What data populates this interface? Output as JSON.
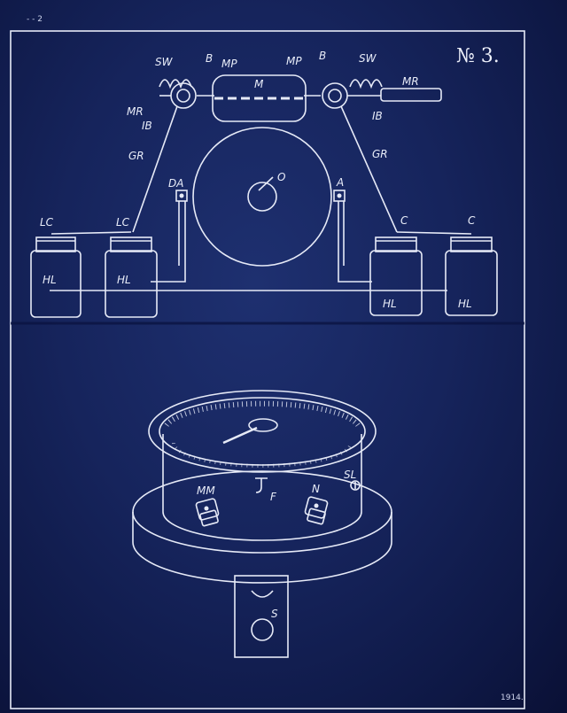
{
  "sheet": {
    "number": "№ 3.",
    "year": "1914.",
    "corner_mark": "- - 2",
    "colors": {
      "paper": "#16245c",
      "ink": "#e6eaf7"
    }
  },
  "top_figure": {
    "labels": {
      "sw_left": "SW",
      "b_left": "B",
      "mp_left": "MP",
      "mr_left": "MR",
      "ib_left": "IB",
      "m": "M",
      "mp_right": "MP",
      "b_right": "B",
      "sw_right": "SW",
      "mr_right": "MR",
      "ib_right": "IB",
      "gr_left": "GR",
      "gr_right": "GR",
      "o": "O",
      "da": "DA",
      "a": "A",
      "lc_1": "LC",
      "lc_2": "LC",
      "c_1": "C",
      "c_2": "C",
      "hl_1": "HL",
      "hl_2": "HL",
      "hl_3": "HL",
      "hl_4": "HL"
    }
  },
  "bottom_figure": {
    "labels": {
      "mm": "MM",
      "f": "F",
      "n": "N",
      "sl": "SL",
      "s": "S"
    }
  }
}
